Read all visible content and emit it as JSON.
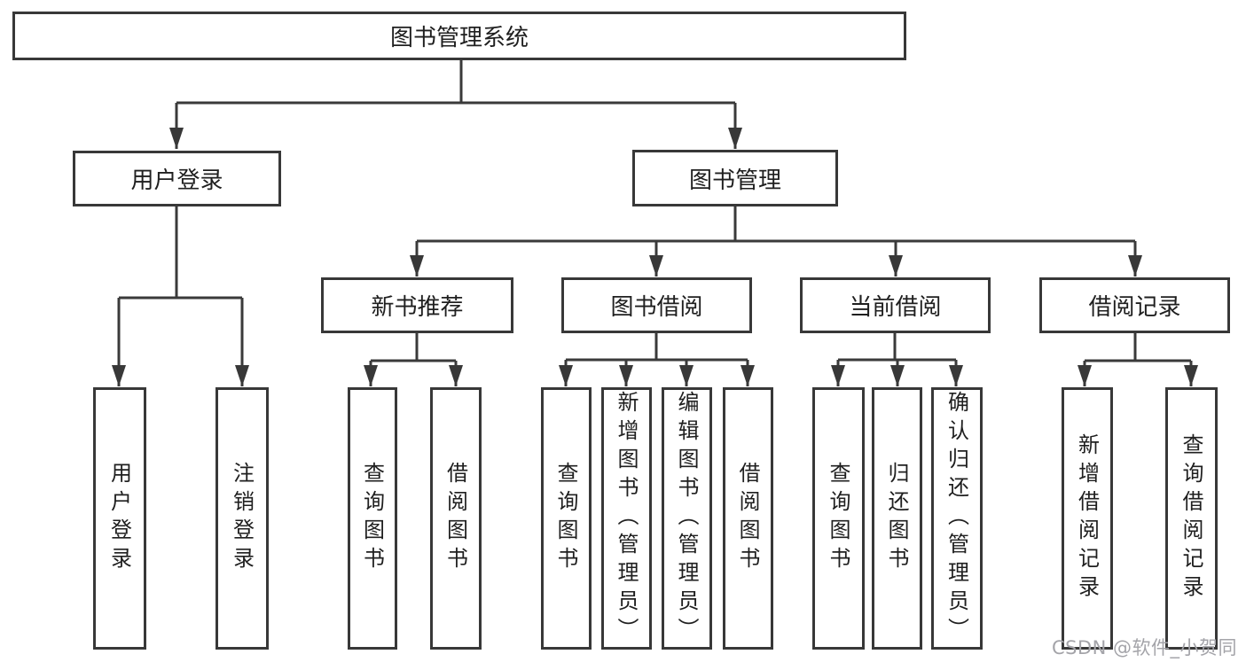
{
  "diagram": {
    "tree": {
      "label": "图书管理系统",
      "children": [
        {
          "label": "用户登录",
          "children": [
            {
              "label": "用户登录"
            },
            {
              "label": "注销登录"
            }
          ]
        },
        {
          "label": "图书管理",
          "children": [
            {
              "label": "新书推荐",
              "children": [
                {
                  "label": "查询图书"
                },
                {
                  "label": "借阅图书"
                }
              ]
            },
            {
              "label": "图书借阅",
              "children": [
                {
                  "label": "查询图书"
                },
                {
                  "label": "新增图书（管理员）"
                },
                {
                  "label": "编辑图书（管理员）"
                },
                {
                  "label": "借阅图书"
                }
              ]
            },
            {
              "label": "当前借阅",
              "children": [
                {
                  "label": "查询图书"
                },
                {
                  "label": "归还图书"
                },
                {
                  "label": "确认归还（管理员）"
                }
              ]
            },
            {
              "label": "借阅记录",
              "children": [
                {
                  "label": "新增借阅记录"
                },
                {
                  "label": "查询借阅记录"
                }
              ]
            }
          ]
        }
      ]
    },
    "watermark": "CSDN @软件_小贺同学",
    "colors": {
      "line": "#3a3a3a",
      "text": "#1f1f1f",
      "watermark": "#a4a4a9",
      "background": "#ffffff"
    }
  }
}
